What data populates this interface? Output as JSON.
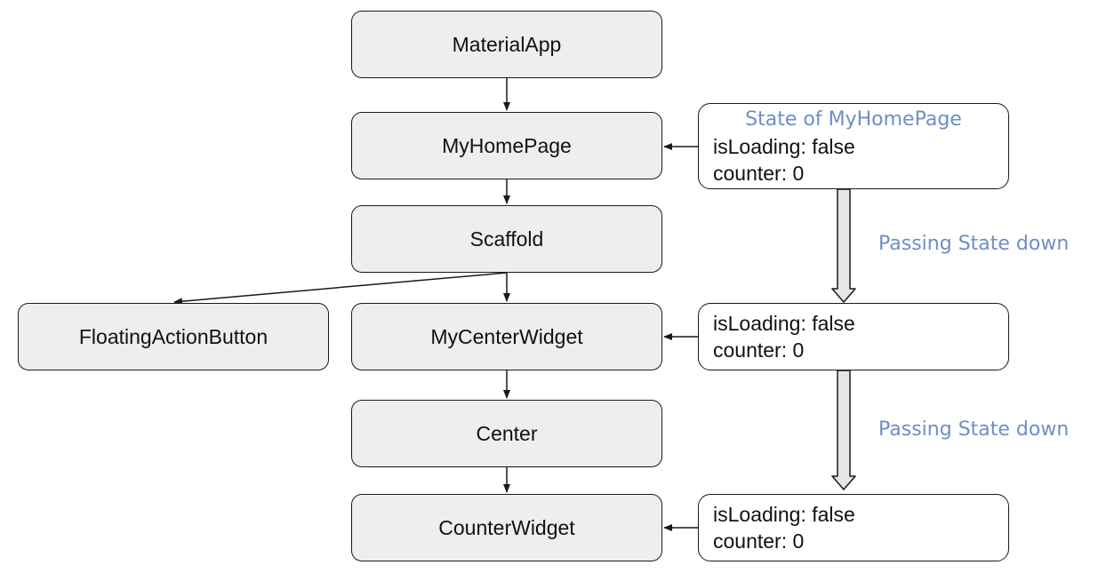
{
  "nodes": {
    "material_app": "MaterialApp",
    "my_home_page": "MyHomePage",
    "scaffold": "Scaffold",
    "floating_action_button": "FloatingActionButton",
    "my_center_widget": "MyCenterWidget",
    "center": "Center",
    "counter_widget": "CounterWidget"
  },
  "states": {
    "home_state": {
      "title": "State of MyHomePage",
      "line1": "isLoading: false",
      "line2": "counter: 0"
    },
    "center_state": {
      "line1": "isLoading: false",
      "line2": "counter: 0"
    },
    "counter_state": {
      "line1": "isLoading: false",
      "line2": "counter: 0"
    }
  },
  "labels": {
    "passing_1": "Passing State down",
    "passing_2": "Passing State down"
  },
  "colors": {
    "node_fill": "#eeeeee",
    "state_fill": "#ffffff",
    "accent_text": "#6d8fc7",
    "big_arrow_fill": "#e6e6e6"
  }
}
